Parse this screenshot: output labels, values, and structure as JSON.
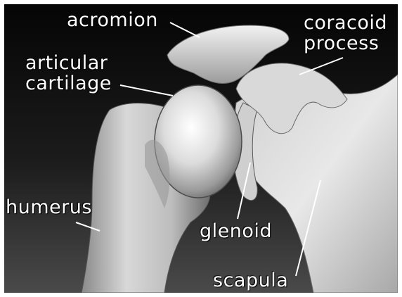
{
  "labels": {
    "acromion": "acromion",
    "coracoid_line1": "coracoid",
    "coracoid_line2": "process",
    "articular_line1": "articular",
    "articular_line2": "cartilage",
    "humerus": "humerus",
    "glenoid": "glenoid",
    "scapula": "scapula"
  },
  "colors": {
    "background_top": "#0a0a0a",
    "background_bottom": "#3a3a3a",
    "bone_light": "#e6e6e6",
    "bone_mid": "#bdbdbd",
    "bone_shadow": "#7a7a7a",
    "leader_line": "#ffffff"
  }
}
